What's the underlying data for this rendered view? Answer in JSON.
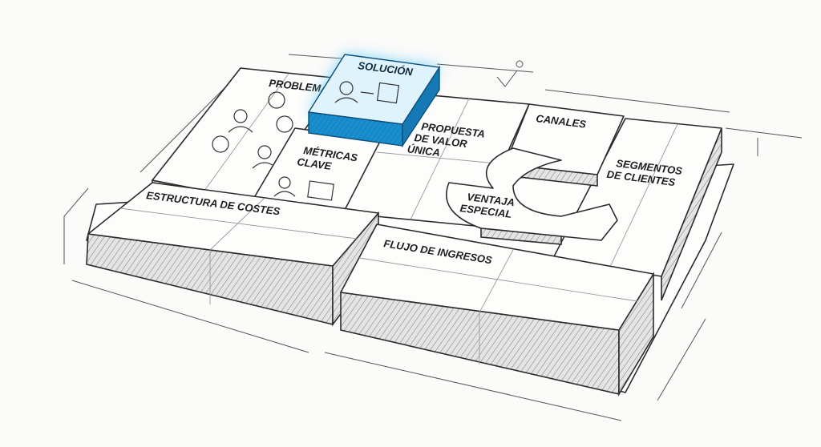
{
  "title": "Lean Canvas",
  "blocks": {
    "problema": "PROBLEMA",
    "solucion": "SOLUCIÓN",
    "metricas": [
      "MÉTRICAS",
      "CLAVE"
    ],
    "propuesta": [
      "PROPUESTA",
      "DE VALOR",
      "ÚNICA"
    ],
    "canales": "CANALES",
    "segmentos": [
      "SEGMENTOS",
      "DE CLIENTES"
    ],
    "ventaja": [
      "VENTAJA",
      "ESPECIAL"
    ],
    "costes": "ESTRUCTURA DE COSTES",
    "ingresos": "FLUJO DE INGRESOS"
  },
  "colors": {
    "highlight": "#1e9ad6",
    "highlight_glow": "#5cc8f5",
    "ink": "#2b2b2b"
  }
}
